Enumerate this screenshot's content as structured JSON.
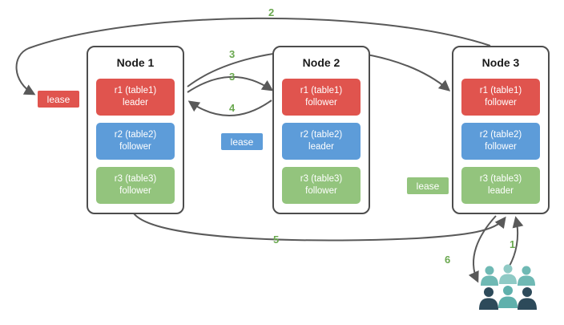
{
  "nodes": [
    {
      "title": "Node 1",
      "replicas": [
        {
          "range": "r1 (table1)",
          "role": "leader",
          "color": "#e0544e"
        },
        {
          "range": "r2 (table2)",
          "role": "follower",
          "color": "#5d9cd9"
        },
        {
          "range": "r3 (table3)",
          "role": "follower",
          "color": "#93c47d"
        }
      ]
    },
    {
      "title": "Node 2",
      "replicas": [
        {
          "range": "r1 (table1)",
          "role": "follower",
          "color": "#e0544e"
        },
        {
          "range": "r2 (table2)",
          "role": "leader",
          "color": "#5d9cd9"
        },
        {
          "range": "r3 (table3)",
          "role": "follower",
          "color": "#93c47d"
        }
      ]
    },
    {
      "title": "Node 3",
      "replicas": [
        {
          "range": "r1 (table1)",
          "role": "follower",
          "color": "#e0544e"
        },
        {
          "range": "r2 (table2)",
          "role": "follower",
          "color": "#5d9cd9"
        },
        {
          "range": "r3 (table3)",
          "role": "leader",
          "color": "#93c47d"
        }
      ]
    }
  ],
  "leases": [
    {
      "label": "lease",
      "color": "#e0544e"
    },
    {
      "label": "lease",
      "color": "#5d9cd9"
    },
    {
      "label": "lease",
      "color": "#93c47d"
    }
  ],
  "steps": {
    "one": "1",
    "two": "2",
    "three_a": "3",
    "three_b": "3",
    "four": "4",
    "five": "5",
    "six": "6"
  },
  "icons": {
    "clients": "users-group-icon"
  },
  "colors": {
    "red": "#e0544e",
    "blue": "#5d9cd9",
    "green": "#93c47d",
    "step_label": "#6aa84f",
    "arrow": "#595959",
    "node_border": "#4d4d4d",
    "client_teal": "#5fb0ac",
    "client_light_teal": "#8fcac5",
    "client_dark": "#2d4a5a"
  }
}
